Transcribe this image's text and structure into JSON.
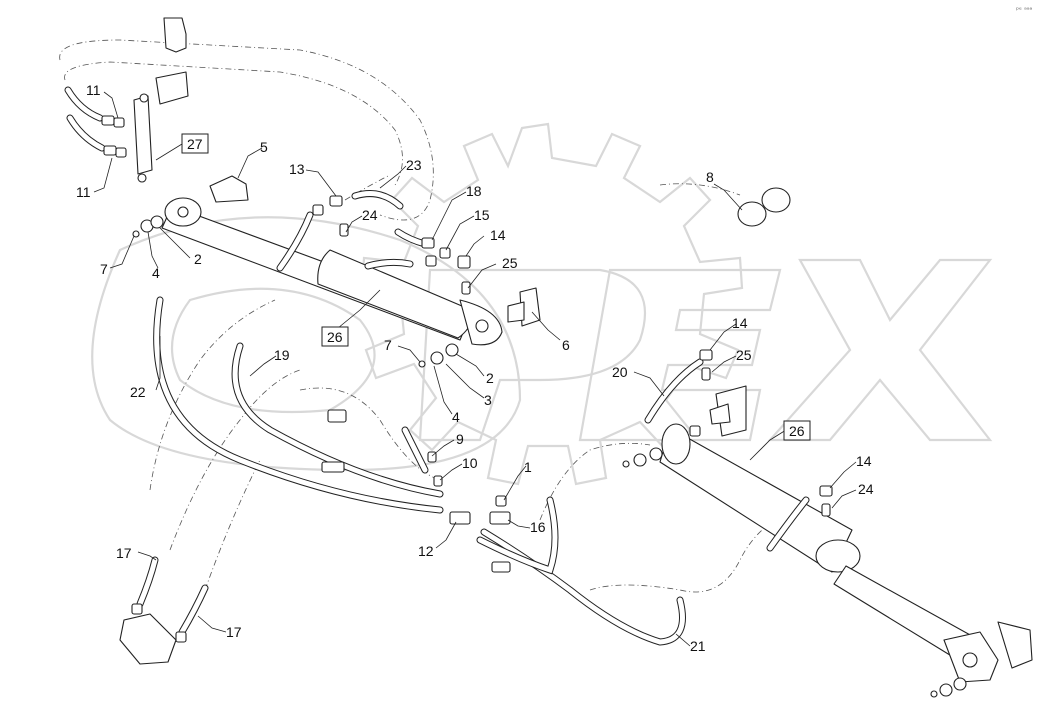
{
  "corner_mark": "ᵖᵉ ᵃᵃᵃ",
  "watermark_text": "OPEX",
  "callouts": [
    {
      "id": "c-11a",
      "label": "11",
      "boxed": false
    },
    {
      "id": "c-11b",
      "label": "11",
      "boxed": false
    },
    {
      "id": "c-27",
      "label": "27",
      "boxed": true
    },
    {
      "id": "c-5",
      "label": "5",
      "boxed": false
    },
    {
      "id": "c-13",
      "label": "13",
      "boxed": false
    },
    {
      "id": "c-23",
      "label": "23",
      "boxed": false
    },
    {
      "id": "c-18",
      "label": "18",
      "boxed": false
    },
    {
      "id": "c-15",
      "label": "15",
      "boxed": false
    },
    {
      "id": "c-14a",
      "label": "14",
      "boxed": false
    },
    {
      "id": "c-24a",
      "label": "24",
      "boxed": false
    },
    {
      "id": "c-25a",
      "label": "25",
      "boxed": false
    },
    {
      "id": "c-8",
      "label": "8",
      "boxed": false
    },
    {
      "id": "c-7a",
      "label": "7",
      "boxed": false
    },
    {
      "id": "c-4a",
      "label": "4",
      "boxed": false
    },
    {
      "id": "c-2a",
      "label": "2",
      "boxed": false
    },
    {
      "id": "c-26a",
      "label": "26",
      "boxed": true
    },
    {
      "id": "c-6",
      "label": "6",
      "boxed": false
    },
    {
      "id": "c-7b",
      "label": "7",
      "boxed": false
    },
    {
      "id": "c-2b",
      "label": "2",
      "boxed": false
    },
    {
      "id": "c-3",
      "label": "3",
      "boxed": false
    },
    {
      "id": "c-4b",
      "label": "4",
      "boxed": false
    },
    {
      "id": "c-22",
      "label": "22",
      "boxed": false
    },
    {
      "id": "c-19",
      "label": "19",
      "boxed": false
    },
    {
      "id": "c-9",
      "label": "9",
      "boxed": false
    },
    {
      "id": "c-10",
      "label": "10",
      "boxed": false
    },
    {
      "id": "c-1",
      "label": "1",
      "boxed": false
    },
    {
      "id": "c-16",
      "label": "16",
      "boxed": false
    },
    {
      "id": "c-12",
      "label": "12",
      "boxed": false
    },
    {
      "id": "c-14b",
      "label": "14",
      "boxed": false
    },
    {
      "id": "c-25b",
      "label": "25",
      "boxed": false
    },
    {
      "id": "c-20",
      "label": "20",
      "boxed": false
    },
    {
      "id": "c-26b",
      "label": "26",
      "boxed": true
    },
    {
      "id": "c-14c",
      "label": "14",
      "boxed": false
    },
    {
      "id": "c-24b",
      "label": "24",
      "boxed": false
    },
    {
      "id": "c-17a",
      "label": "17",
      "boxed": false
    },
    {
      "id": "c-17b",
      "label": "17",
      "boxed": false
    },
    {
      "id": "c-21",
      "label": "21",
      "boxed": false
    }
  ]
}
